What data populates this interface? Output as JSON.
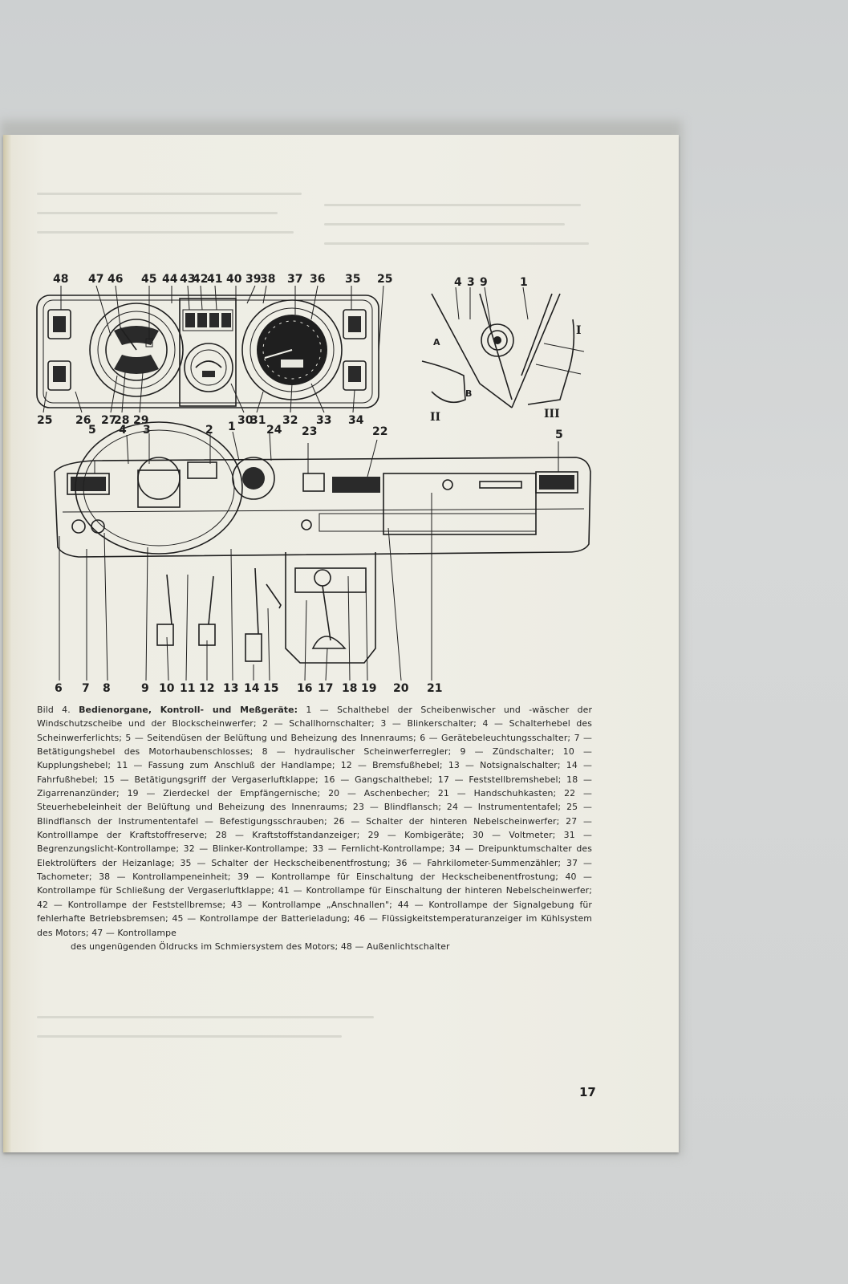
{
  "figure": {
    "callouts_top": [
      "48",
      "47",
      "46",
      "45",
      "44",
      "43",
      "42",
      "41",
      "40",
      "39",
      "38",
      "37",
      "36",
      "35",
      "25"
    ],
    "callouts_cluster_bottom": [
      "25",
      "26",
      "27",
      "28",
      "29",
      "30",
      "31",
      "32",
      "33",
      "34"
    ],
    "callouts_inset_top": [
      "4",
      "3",
      "9",
      "1"
    ],
    "inset_roman": [
      "I",
      "II",
      "III"
    ],
    "inset_letters": [
      "A",
      "B"
    ],
    "callouts_mid": [
      "5",
      "4",
      "3",
      "2",
      "1",
      "24",
      "23",
      "22",
      "5"
    ],
    "callouts_bottom": [
      "6",
      "7",
      "8",
      "9",
      "10",
      "11",
      "12",
      "13",
      "14",
      "15",
      "16",
      "17",
      "18",
      "19",
      "20",
      "21"
    ]
  },
  "caption": {
    "label": "Bild 4.",
    "title": "Bedienorgane, Kontroll- und Meßgeräte:",
    "body": "1 — Schalthebel der Scheibenwischer und -wäscher der Windschutzscheibe und der Blockscheinwerfer; 2 — Schallhornschalter; 3 — Blinkerschalter; 4 — Schalterhebel des Scheinwerferlichts; 5 — Seitendüsen der Belüftung und Beheizung des Innenraums; 6 — Gerätebeleuchtungsschalter; 7 — Betätigungshebel des Motorhaubenschlosses; 8 — hydraulischer Scheinwerferregler; 9 — Zündschalter; 10 — Kupplungshebel; 11 — Fassung zum Anschluß der Handlampe; 12 — Bremsfußhebel; 13 — Notsignalschalter; 14 — Fahrfußhebel; 15 — Betätigungsgriff der Vergaserluftklappe; 16 — Gangschalthebel; 17 — Feststellbremshebel; 18 — Zigarrenanzünder; 19 — Zierdeckel der Empfängernische; 20 — Aschenbecher; 21 — Handschuhkasten; 22 — Steuerhebeleinheit der Belüftung und Beheizung des Innenraums; 23 — Blindflansch; 24 — Instrumententafel; 25 — Blindflansch der Instrumententafel — Befestigungsschrauben; 26 — Schalter der hinteren Nebelscheinwerfer; 27 — Kontrolllampe der Kraftstoffreserve; 28 — Kraftstoffstandanzeiger; 29 — Kombigeräte; 30 — Voltmeter; 31 — Begrenzungslicht-Kontrollampe; 32 — Blinker-Kontrollampe; 33 — Fernlicht-Kontrollampe; 34 — Dreipunktumschalter des Elektrolüfters der Heizanlage; 35 — Schalter der Heckscheibenentfrostung; 36 — Fahrkilometer-Summenzähler; 37 — Tachometer; 38 — Kontrollampeneinheit; 39 — Kontrollampe für Einschaltung der Heckscheibenentfrostung; 40 — Kontrollampe für Schließung der Vergaserluftklappe; 41 — Kontrollampe für Einschaltung der hinteren Nebelscheinwerfer; 42 — Kontrollampe der Feststellbremse; 43 — Kontrollampe „Anschnallen\"; 44 — Kontrollampe der Signalgebung für fehlerhafte Betriebsbremsen; 45 — Kontrollampe der Batterieladung; 46 — Flüssigkeitstemperaturanzeiger im Kühlsystem des Motors; 47 — Kontrollampe",
    "last_line": "des ungenügenden Öldrucks im Schmiersystem des Motors; 48 — Außenlichtschalter"
  },
  "page_number": "17"
}
